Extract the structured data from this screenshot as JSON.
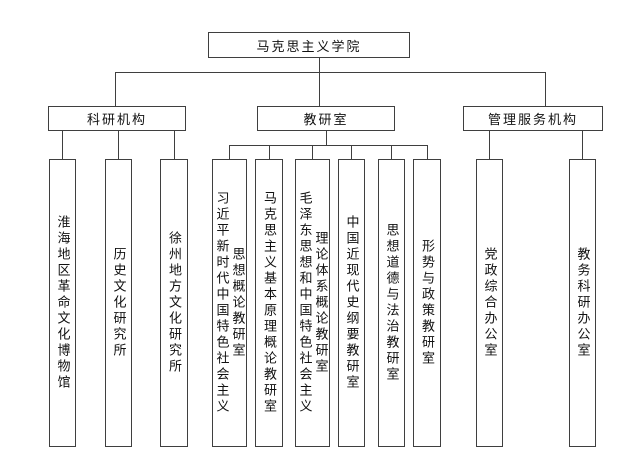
{
  "page": {
    "background_color": "#ffffff",
    "line_color": "#3f3f3f",
    "text_color": "#111111"
  },
  "org_chart": {
    "type": "org-tree",
    "root": "马克思主义学院",
    "branches": [
      {
        "label": "科研机构",
        "children": [
          "淮海地区革命文化博物馆",
          "历史文化研究所",
          "徐州地方文化研究所"
        ]
      },
      {
        "label": "教研室",
        "children": [
          "习近平新时代中国特色社会主义思想概论教研室",
          "马克思主义基本原理概论教研室",
          "毛泽东思想和中国特色社会主义理论体系概论教研室",
          "中国近现代史纲要教研室",
          "思想道德与法治教研室",
          "形势与政策教研室"
        ]
      },
      {
        "label": "管理服务机构",
        "children": [
          "党政综合办公室",
          "教务科研办公室"
        ]
      }
    ]
  }
}
